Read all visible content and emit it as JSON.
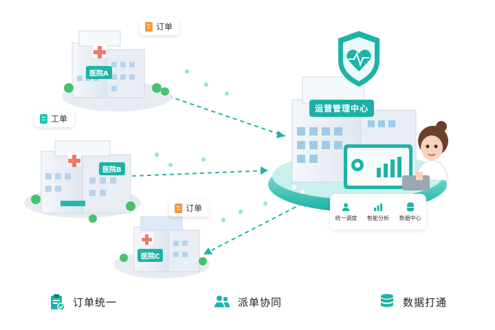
{
  "hospitals": [
    {
      "name": "医院A",
      "tag": "订单",
      "tag_icon": "clipboard-icon",
      "tag_color": "#f29b38"
    },
    {
      "name": "医院B",
      "tag": "工单",
      "tag_icon": "document-icon",
      "tag_color": "#23c2b5"
    },
    {
      "name": "医院C",
      "tag": "订单",
      "tag_icon": "clipboard-icon",
      "tag_color": "#f29b38"
    }
  ],
  "center": {
    "name": "运营管理中心",
    "shield_icon": "heart-pulse-shield-icon",
    "panel": [
      {
        "label": "统一调度",
        "icon": "user-icon"
      },
      {
        "label": "智能分析",
        "icon": "bar-chart-icon"
      },
      {
        "label": "数据中心",
        "icon": "database-icon"
      }
    ]
  },
  "features": [
    {
      "label": "订单统一",
      "icon": "clipboard-check-icon"
    },
    {
      "label": "派单协同",
      "icon": "users-icon"
    },
    {
      "label": "数据打通",
      "icon": "database-icon"
    }
  ],
  "colors": {
    "accent": "#1fb3a7",
    "accent_light": "#c9f0ec",
    "tag_orange": "#f29b38"
  }
}
